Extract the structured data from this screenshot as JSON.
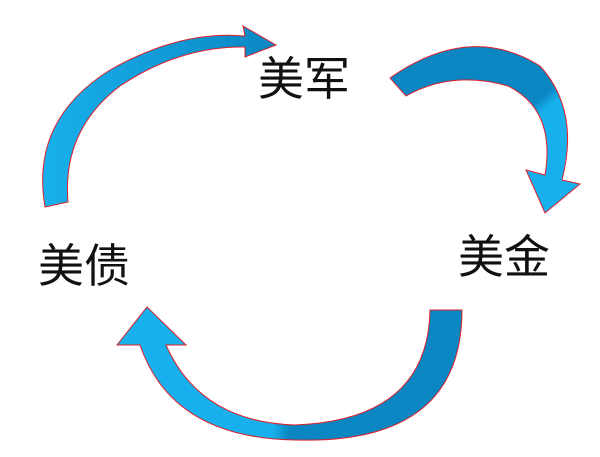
{
  "nodes": {
    "top": "美军",
    "right": "美金",
    "left": "美债"
  },
  "colors": {
    "arrow_dark": "#0a86c2",
    "arrow_light": "#18b0ec",
    "outline": "#e0202a"
  }
}
